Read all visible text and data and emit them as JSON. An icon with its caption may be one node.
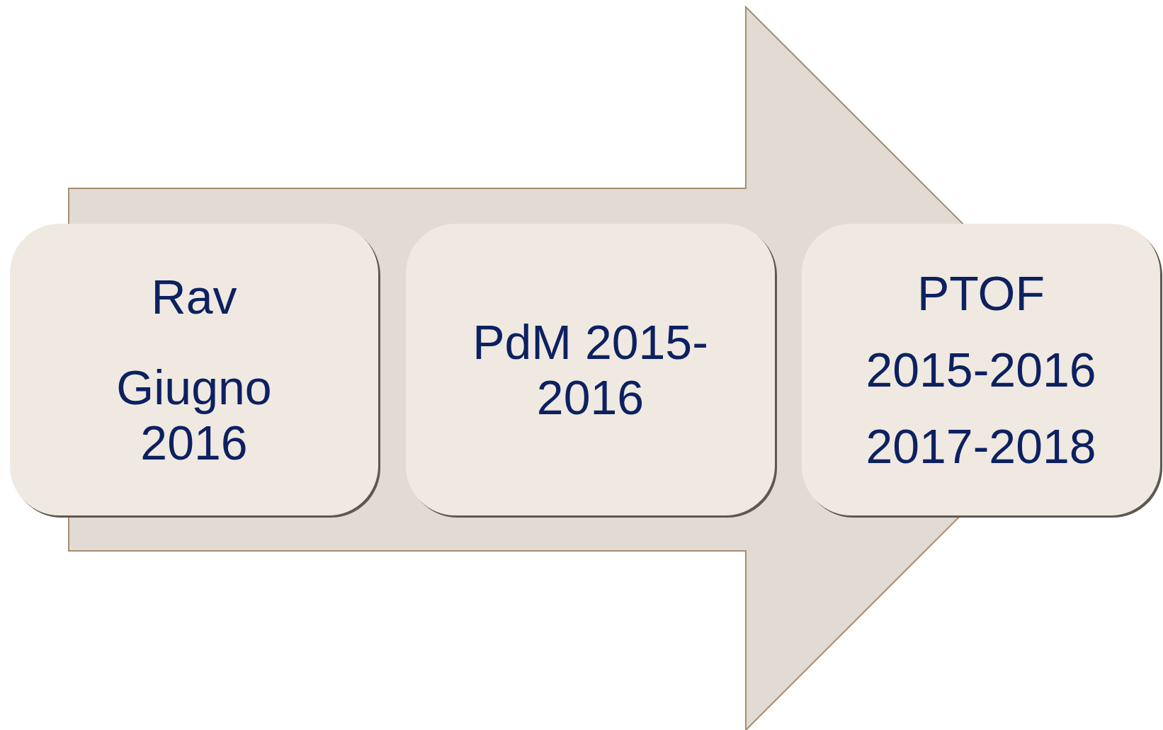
{
  "diagram": {
    "nodes": [
      {
        "text": [],
        "shape": "arrow"
      },
      {
        "text": [
          "Rav",
          "Giugno 2016"
        ]
      },
      {
        "text": [
          "PdM 2015-2016"
        ],
        "in": 0
      },
      {
        "text": [
          "PTOF",
          "2015-2016",
          "2017-2018"
        ]
      }
    ]
  }
}
